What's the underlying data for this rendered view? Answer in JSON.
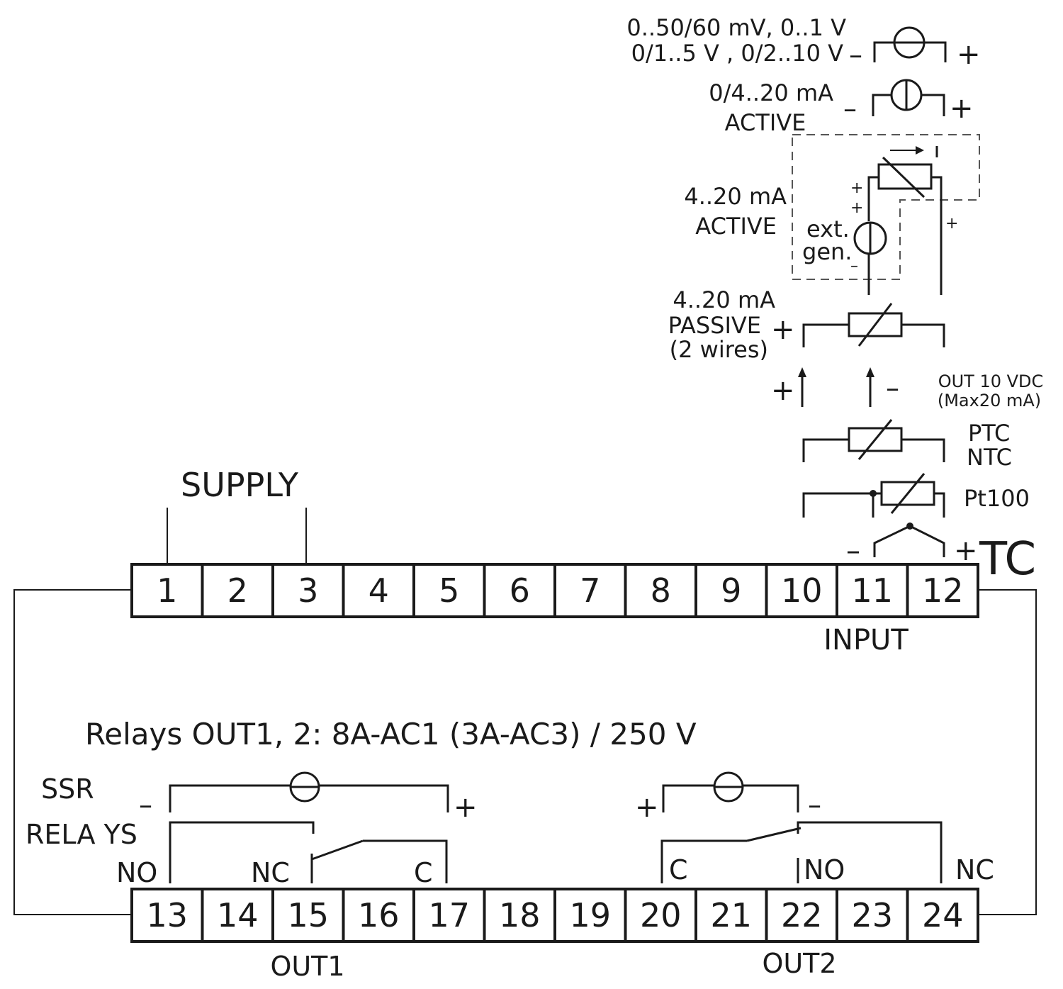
{
  "supply_label": "SUPPLY",
  "input_label": "INPUT",
  "out1_label": "OUT1",
  "out2_label": "OUT2",
  "relays_spec": "Relays OUT1, 2: 8A-AC1 (3A-AC3) / 250 V",
  "ssr_label": "SSR",
  "relays_label": "RELA YS",
  "top_terminals": [
    "1",
    "2",
    "3",
    "4",
    "5",
    "6",
    "7",
    "8",
    "9",
    "10",
    "11",
    "12"
  ],
  "bottom_terminals": [
    "13",
    "14",
    "15",
    "16",
    "17",
    "18",
    "19",
    "20",
    "21",
    "22",
    "23",
    "24"
  ],
  "input_types": {
    "voltage_line1": "0..50/60 mV, 0..1 V",
    "voltage_line2": "0/1..5 V , 0/2..10 V",
    "current_active_range": "0/4..20 mA",
    "current_active_label": "ACTIVE",
    "ext_active_range": "4..20 mA",
    "ext_active_label": "ACTIVE",
    "ext_gen_line1": "ext.",
    "ext_gen_line2": "gen.",
    "passive_range": "4..20 mA",
    "passive_label": "PASSIVE",
    "passive_wires": "(2 wires)",
    "out_vdc": "OUT 10 VDC",
    "out_max": "(Max20 mA)",
    "ptc": "PTC",
    "ntc": "NTC",
    "pt100": "Pt100",
    "tc": "TC"
  },
  "contacts": {
    "out1_no": "NO",
    "out1_nc": "NC",
    "out1_c": "C",
    "out2_c": "C",
    "out2_no": "NO",
    "out2_nc": "NC"
  },
  "symbols": {
    "plus": "+",
    "minus": "–"
  }
}
